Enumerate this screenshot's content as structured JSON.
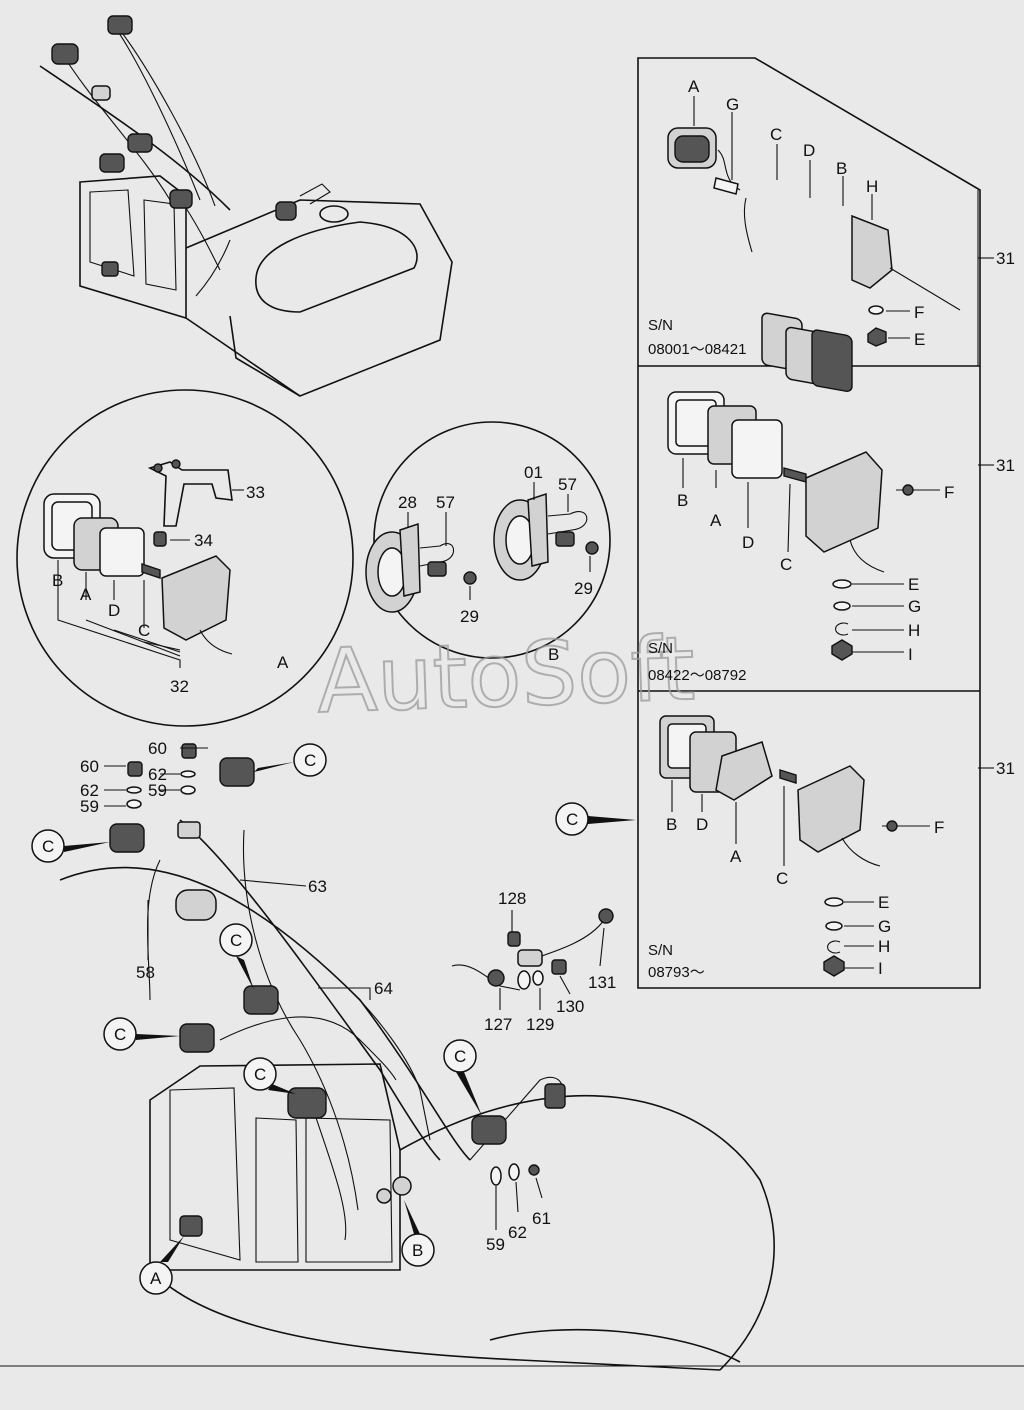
{
  "watermark": "AutoSoft",
  "sn_panels": [
    {
      "line1": "S/N",
      "line2": "08001～08421"
    },
    {
      "line1": "S/N",
      "line2": "08422～08792"
    },
    {
      "line1": "S/N",
      "line2": "08793～"
    }
  ],
  "callout_letters": {
    "a": "A",
    "b": "B",
    "c": "C"
  },
  "part_numbers": {
    "p01": "01",
    "p28": "28",
    "p29": "29",
    "p31": "31",
    "p32": "32",
    "p33": "33",
    "p34": "34",
    "p57": "57",
    "p58": "58",
    "p59": "59",
    "p60": "60",
    "p61": "61",
    "p62": "62",
    "p63": "63",
    "p64": "64",
    "p127": "127",
    "p128": "128",
    "p129": "129",
    "p130": "130",
    "p131": "131"
  },
  "sub_letters": {
    "A": "A",
    "B": "B",
    "C": "C",
    "D": "D",
    "E": "E",
    "F": "F",
    "G": "G",
    "H": "H",
    "I": "I"
  }
}
